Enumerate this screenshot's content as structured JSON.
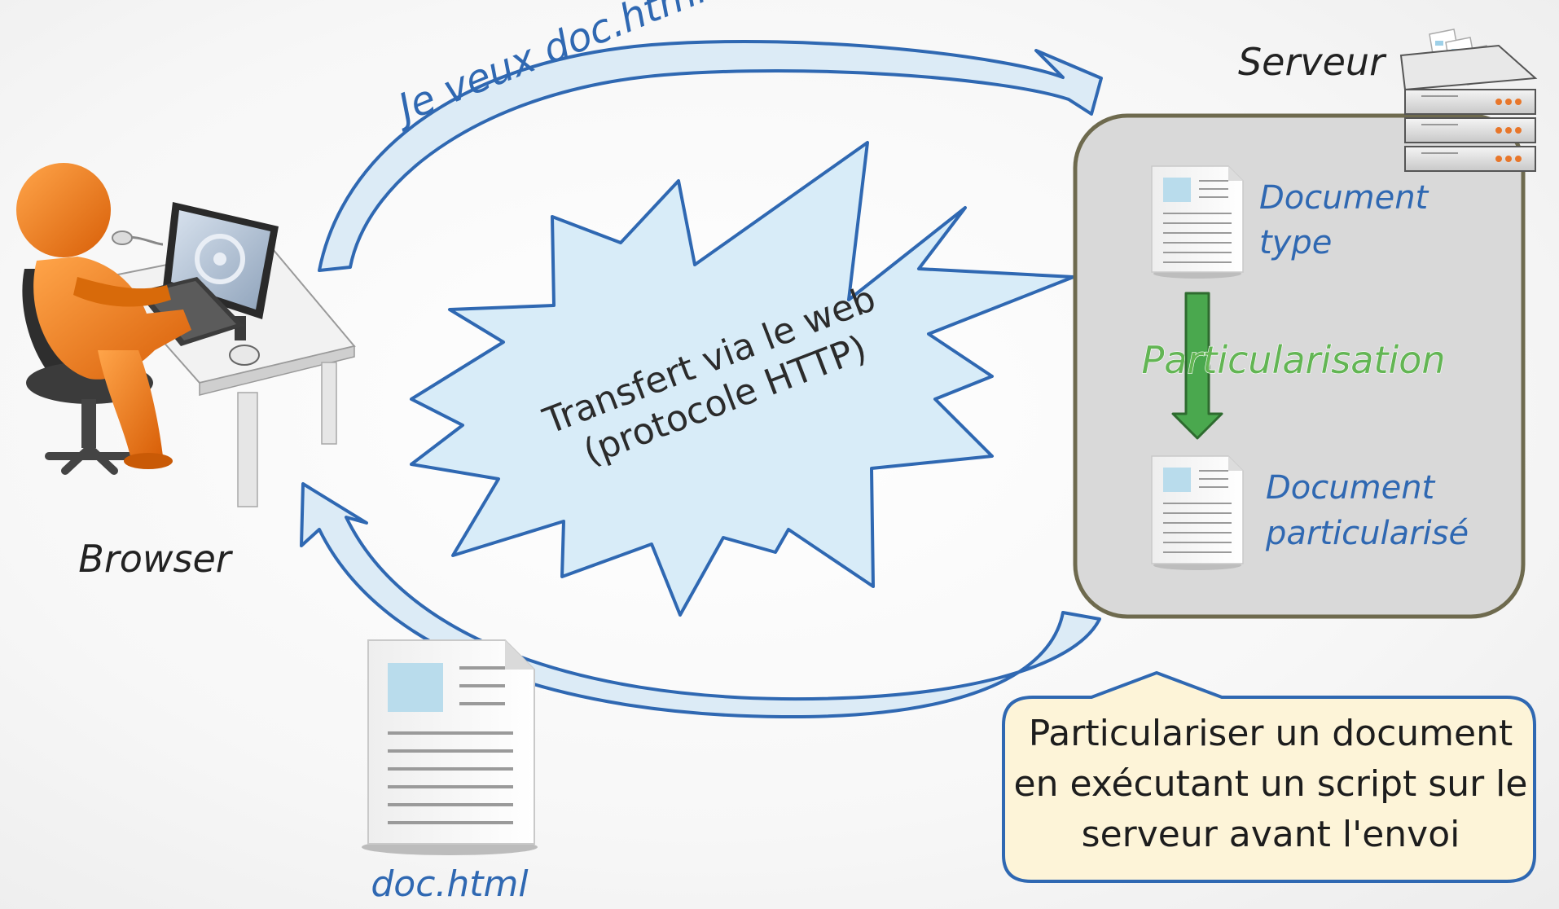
{
  "request_label": "Je veux doc.html",
  "browser_label": "Browser",
  "server_label": "Serveur",
  "transfer": {
    "line1": "Transfert via le web",
    "line2": "(protocole HTTP)"
  },
  "document_type": {
    "line1": "Document",
    "line2": "type"
  },
  "step_label": "Particularisation",
  "document_particular": {
    "line1": "Document",
    "line2": "particularisé"
  },
  "returned_doc_label": "doc.html",
  "callout": {
    "line1": "Particulariser un document",
    "line2": "en exécutant un script sur le",
    "line3": "serveur avant l'envoi"
  },
  "colors": {
    "arrow_fill": "#dcebf6",
    "arrow_stroke": "#2f68b2",
    "label_blue": "#2f68b2",
    "burst_fill": "#d8ecf8",
    "server_panel_fill": "#d9d9d9",
    "server_panel_stroke": "#6e6a4e",
    "green": "#4aa84e",
    "callout_fill": "#fdf4d8",
    "callout_stroke": "#2f68b2",
    "person_orange": "#ea7a14"
  },
  "icons": [
    "person-at-computer-icon",
    "server-rack-icon",
    "document-icon"
  ]
}
